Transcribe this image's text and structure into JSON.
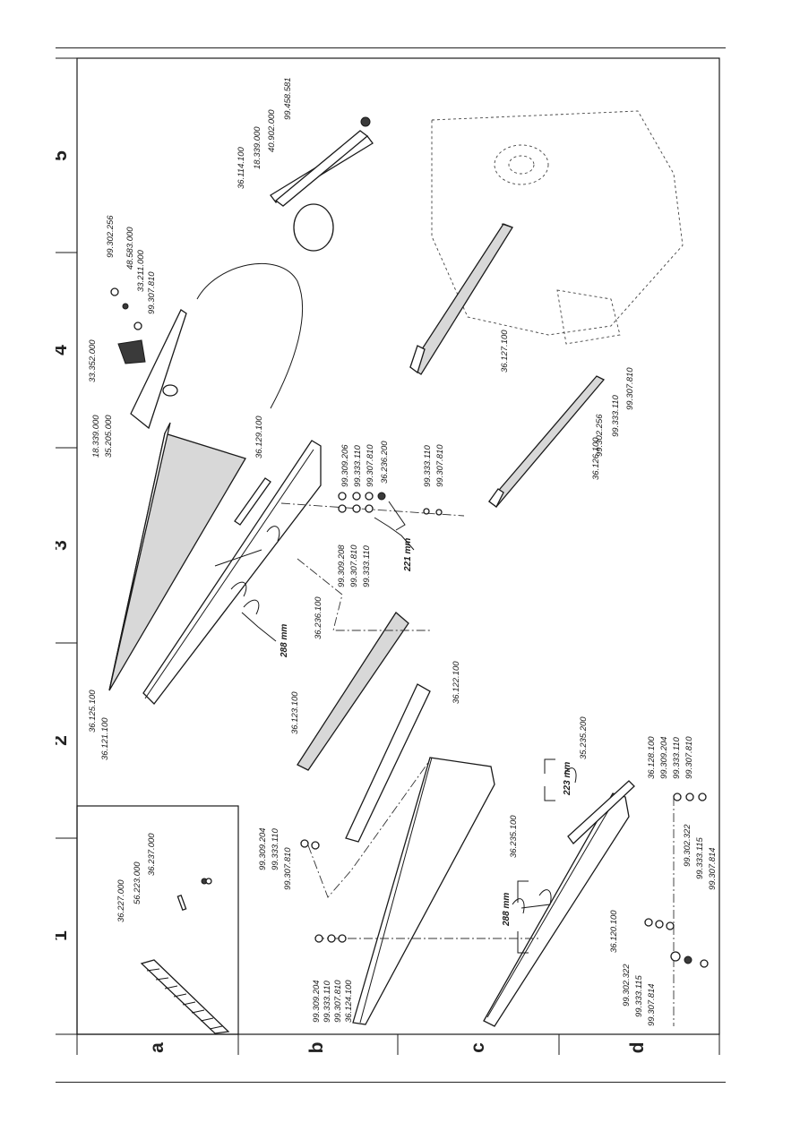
{
  "grid": {
    "numbers": [
      "1",
      "2",
      "3",
      "4",
      "5"
    ],
    "letters": [
      "a",
      "b",
      "c",
      "d"
    ]
  },
  "labels": {
    "inset_36227000": "36.227.000",
    "inset_56223000": "56.223.000",
    "inset_36237000": "36.237.000",
    "p36125100": "36.125.100",
    "p36121100": "36.121.100",
    "p35205000": "35.205.000",
    "p18339000a": "18.339.000",
    "p33352000": "33.352.000",
    "p99307810a": "99.307.810",
    "p33211000": "33.211.000",
    "p48583000": "48.583.000",
    "p99302256a": "99.302.256",
    "p36114100": "36.114.100",
    "p18339000b": "18.339.000",
    "p40902000": "40.902.000",
    "p99458581": "99.458.581",
    "p36129100": "36.129.100",
    "p99309206": "99.309.206",
    "p99333110a": "99.333.110",
    "p99307810b": "99.307.810",
    "p36236200": "36.236.200",
    "p99333110b": "99.333.110",
    "p99307810c": "99.307.810",
    "p99309208": "99.309.208",
    "p99307810d": "99.307.810",
    "p99333110c": "99.333.110",
    "dim_221": "221 mm",
    "p36236100": "36.236.100",
    "dim_288a": "288 mm",
    "p36127100": "36.127.100",
    "p36126100": "36.126.100",
    "p99302256b": "99.302.256",
    "p99333110d": "99.333.110",
    "p99307810e": "99.307.810",
    "p36123100": "36.123.100",
    "p36122100": "36.122.100",
    "p99309204a": "99.309.204",
    "p99333110e": "99.333.110",
    "p99307810f": "99.307.810",
    "p99309204b": "99.309.204",
    "p99333110f": "99.333.110",
    "p99307810g": "99.307.810",
    "p36124100": "36.124.100",
    "p36235100": "36.235.100",
    "dim_288b": "288 mm",
    "p36120100": "36.120.100",
    "p99302322a": "99.302.322",
    "p99333115a": "99.333.115",
    "p99307814a": "99.307.814",
    "dim_223": "223 mm",
    "p35235200": "35.235.200",
    "p36128100": "36.128.100",
    "p99309204c": "99.309.204",
    "p99333110g": "99.333.110",
    "p99307810h": "99.307.810",
    "p99302322b": "99.302.322",
    "p99333115b": "99.333.115",
    "p99307814b": "99.307.814"
  }
}
